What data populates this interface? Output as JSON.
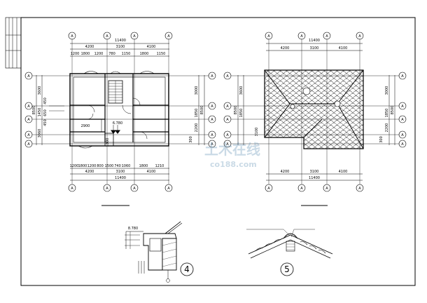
{
  "plan_left": {
    "total_top": "11400",
    "top_row1": [
      "4200",
      "3100",
      "4100"
    ],
    "top_row2": [
      "1200",
      "1800",
      "1200",
      "780",
      "1150",
      "1800",
      "1150"
    ],
    "total_bottom": "11400",
    "bottom_row1": [
      "1200",
      "1800",
      "1200",
      "800",
      "1500",
      "740",
      "1060",
      "1800",
      "1210"
    ],
    "bottom_row2": [
      "4200",
      "3100",
      "4100"
    ],
    "left_total": "8500",
    "left_dims": [
      "3600",
      "1450",
      "450",
      "650",
      "450",
      "3060"
    ],
    "right_total": "8500",
    "right_dims": [
      "3000",
      "1850",
      "2200",
      "300"
    ],
    "room_dim": "2900",
    "level_mark": "6.780",
    "side_dim": "1300",
    "axis_label": "A"
  },
  "plan_right": {
    "total_top": "11400",
    "top_dims": [
      "4200",
      "3100",
      "4100"
    ],
    "total_bottom": "11400",
    "bottom_dims": [
      "4200",
      "3100",
      "4100"
    ],
    "left_total": "8500",
    "left_dims": [
      "3600",
      "1850",
      "3100"
    ],
    "right_total": "8500",
    "right_dims": [
      "3000",
      "1850",
      "2200",
      "300"
    ],
    "axis_label": "A"
  },
  "detail4": {
    "level_mark": "8.780",
    "number": "4"
  },
  "detail5": {
    "number": "5"
  },
  "watermark": {
    "main": "土木在线",
    "sub": "co188.com"
  }
}
